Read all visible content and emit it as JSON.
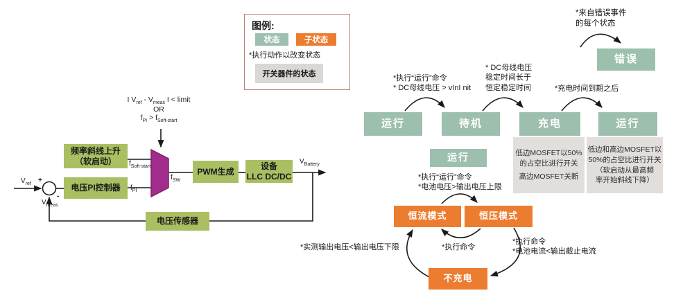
{
  "colors": {
    "state_green": "#9dbfae",
    "substate_orange": "#ec7c30",
    "block_olive": "#a9bf62",
    "mux_magenta": "#a22c8c",
    "gray_box": "#e2dedc",
    "legend_border": "#bb8377"
  },
  "legend": {
    "title": "图例:",
    "state": "状态",
    "substate": "子状态",
    "note": "*执行动作以改变状态",
    "switch_state": "开关器件的状态"
  },
  "block_diagram": {
    "condition": {
      "p1": "I V",
      "p1_sub": "ref",
      "p2": " - V",
      "p2_sub": "meas",
      "p3": " I < limit",
      "or": "OR",
      "p4": "f",
      "p4_sub": "PI",
      "p5": " > f",
      "p5_sub": "Soft-start"
    },
    "blocks": {
      "ramp_line1": "频率斜线上升",
      "ramp_line2": "（软启动）",
      "pi": "电压PI控制器",
      "pwm": "PWM生成",
      "device_line1": "设备",
      "device_line2": "LLC DC/DC",
      "sensor": "电压传感器"
    },
    "signals": {
      "v_ref": {
        "base": "V",
        "sub": "ref"
      },
      "v_meas": {
        "base": "V",
        "sub": "meas"
      },
      "f_soft": {
        "base": "f",
        "sub": "Soft-start"
      },
      "f_pi": {
        "base": "f",
        "sub": "PI"
      },
      "f_sw": {
        "base": "f",
        "sub": "SW"
      },
      "v_batt": {
        "base": "V",
        "sub": "Battery"
      },
      "plus": "+",
      "minus": "-"
    }
  },
  "state_diagram": {
    "error_note_line1": "*来自错误事件",
    "error_note_line2": "的每个状态",
    "states": {
      "error": "错误",
      "run1": "运行",
      "standby": "待机",
      "charge": "充电",
      "run2": "运行",
      "run_mid": "运行",
      "cc": "恒流模式",
      "cv": "恒压模式",
      "nc": "不充电"
    },
    "transitions": {
      "t1_line1": "*执行“运行”命令",
      "t1_line2": "* DC母线电压 > vInI nit",
      "t2_line1": "* DC母线电压",
      "t2_line2": "稳定时间长于",
      "t2_line3": "恒定稳定时间",
      "t3": "*充电时间到期之后",
      "t4_line1": "*执行“运行”命令",
      "t4_line2": "*电池电压>输出电压上限",
      "t5": "*执行命令",
      "t6": "*实测输出电压<输出电压下限",
      "t7_line1": "*执行命令",
      "t7_line2": "*电池电流<输出截止电流"
    },
    "gray_boxes": {
      "charge_line1": "低边MOSFET以50%",
      "charge_line2": "的占空比进行开关",
      "charge_line3": "高边MOSFET关断",
      "run_line1": "低边和高边MOSFET以",
      "run_line2": "50%的占空比进行开关",
      "run_line3": "（软启动从最高频",
      "run_line4": "率开始斜线下降）"
    }
  }
}
